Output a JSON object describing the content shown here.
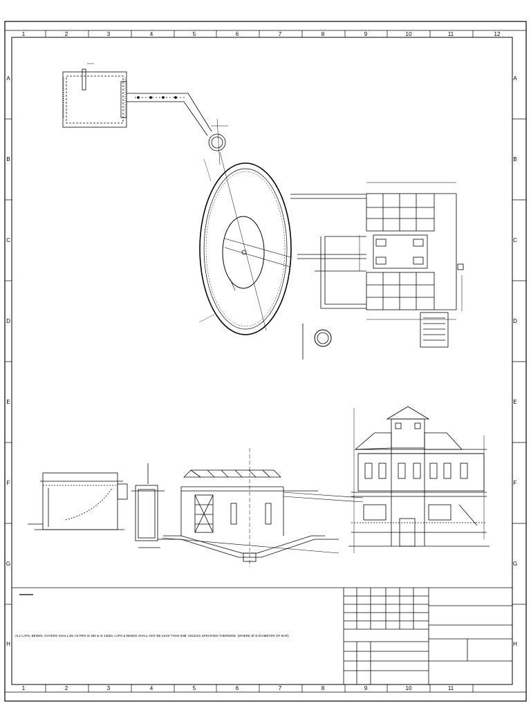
{
  "sheet": {
    "columns": [
      "1",
      "2",
      "3",
      "4",
      "5",
      "6",
      "7",
      "8",
      "9",
      "10",
      "11",
      "12"
    ],
    "rows": [
      "A",
      "B",
      "C",
      "D",
      "E",
      "F",
      "G",
      "H"
    ]
  },
  "drawing": {
    "general_note": "ALL LAPS, BENDS, COVERS SHALL BE AS PER IS 456 & IS 13920, LAPS & BENDS SHALL NOT BE LESS THAN 50Ø, UNLESS SPECIFIED THERWISE. (WHERE Ø IS DIAMETER OF BAR)"
  }
}
